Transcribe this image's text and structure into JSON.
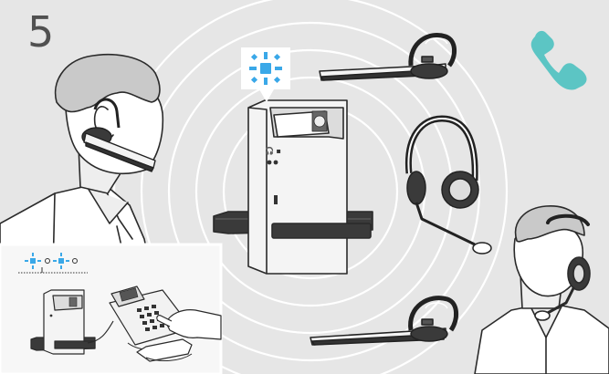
{
  "step": {
    "number": "5"
  },
  "colors": {
    "background": "#e6e6e6",
    "inset_background": "#f7f7f7",
    "ring": "#ffffff",
    "accent_blue": "#3aa8e8",
    "call_icon": "#5cc5c4",
    "outline": "#2a2a2a",
    "device_body": "#f4f4f4"
  },
  "icons": {
    "led_indicator": "blinking-led-icon",
    "call_indicator": "phone-handset-icon"
  },
  "inset": {
    "led_sequence": [
      "on",
      "off",
      "on",
      "off"
    ]
  }
}
